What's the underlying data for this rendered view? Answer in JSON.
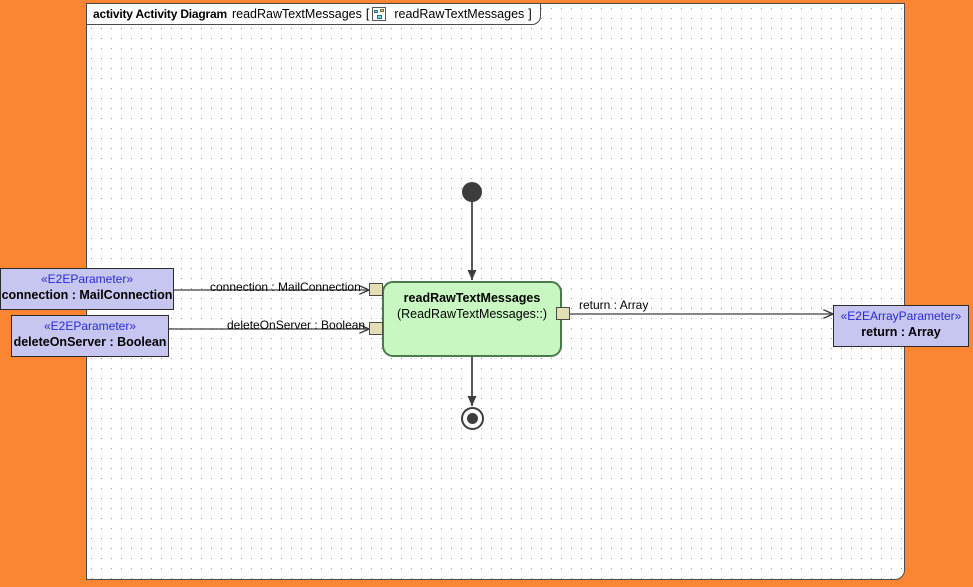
{
  "canvas": {
    "background_color": "#FA8634",
    "frame_background": "#ffffff",
    "grid": "dotted"
  },
  "frame": {
    "keyword": "activity Activity Diagram",
    "name": "readRawTextMessages",
    "bracket_open": "[",
    "icon": "activity-diagram-icon",
    "qualified_name": "readRawTextMessages",
    "bracket_close": "]"
  },
  "activity_node": {
    "title": "readRawTextMessages",
    "subtitle": "(ReadRawTextMessages::)",
    "fill_color": "#C9F7C2",
    "border_color": "#4a7a4a"
  },
  "pins": [
    {
      "name": "connection-pin",
      "fill_color": "#E4DEB4"
    },
    {
      "name": "deleteOnServer-pin",
      "fill_color": "#E4DEB4"
    },
    {
      "name": "return-pin",
      "fill_color": "#E4DEB4"
    }
  ],
  "parameters": [
    {
      "id": "connection",
      "stereotype": "«E2EParameter»",
      "label": "connection : MailConnection",
      "fill_color": "#C6C6F0",
      "stereotype_color": "#2a2ad0"
    },
    {
      "id": "deleteOnServer",
      "stereotype": "«E2EParameter»",
      "label": "deleteOnServer : Boolean",
      "fill_color": "#C6C6F0",
      "stereotype_color": "#2a2ad0"
    },
    {
      "id": "return",
      "stereotype": "«E2EArrayParameter»",
      "label": "return : Array",
      "fill_color": "#C6C6F0",
      "stereotype_color": "#2a2ad0"
    }
  ],
  "edges": [
    {
      "id": "connection-edge",
      "label": "connection : MailConnection"
    },
    {
      "id": "deleteOnServer-edge",
      "label": "deleteOnServer : Boolean"
    },
    {
      "id": "return-edge",
      "label": "return : Array"
    }
  ],
  "nodes": {
    "initial": "initial-node",
    "final": "activity-final-node"
  }
}
